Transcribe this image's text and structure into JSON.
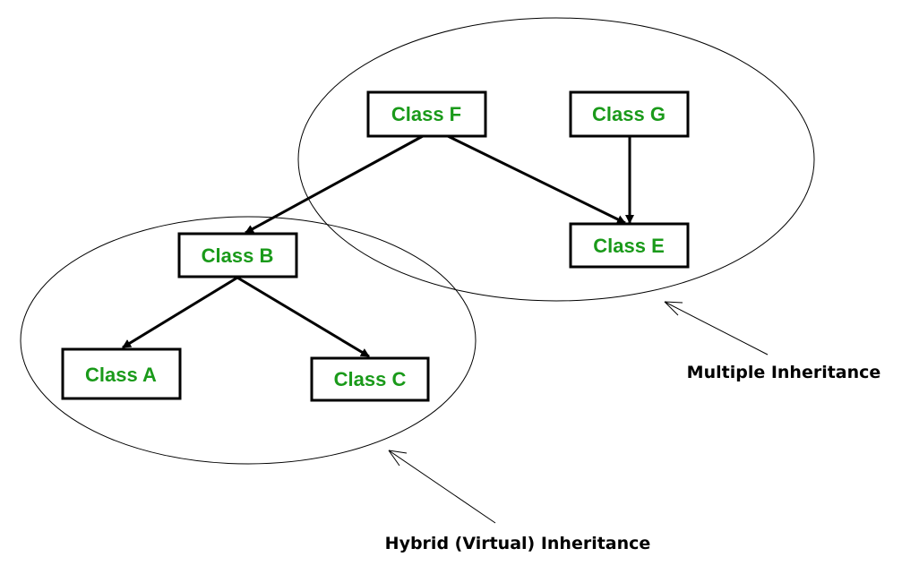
{
  "classes": {
    "a": "Class A",
    "b": "Class B",
    "c": "Class C",
    "e": "Class E",
    "f": "Class F",
    "g": "Class G"
  },
  "captions": {
    "multiple": "Multiple Inheritance",
    "hybrid": "Hybrid (Virtual) Inheritance"
  },
  "edges": [
    {
      "from": "Class F",
      "to": "Class B"
    },
    {
      "from": "Class F",
      "to": "Class E"
    },
    {
      "from": "Class G",
      "to": "Class E"
    },
    {
      "from": "Class B",
      "to": "Class A"
    },
    {
      "from": "Class B",
      "to": "Class C"
    }
  ],
  "colors": {
    "class_text": "#1a9a1a",
    "box_border": "#000000",
    "ellipse_stroke": "#000000"
  }
}
